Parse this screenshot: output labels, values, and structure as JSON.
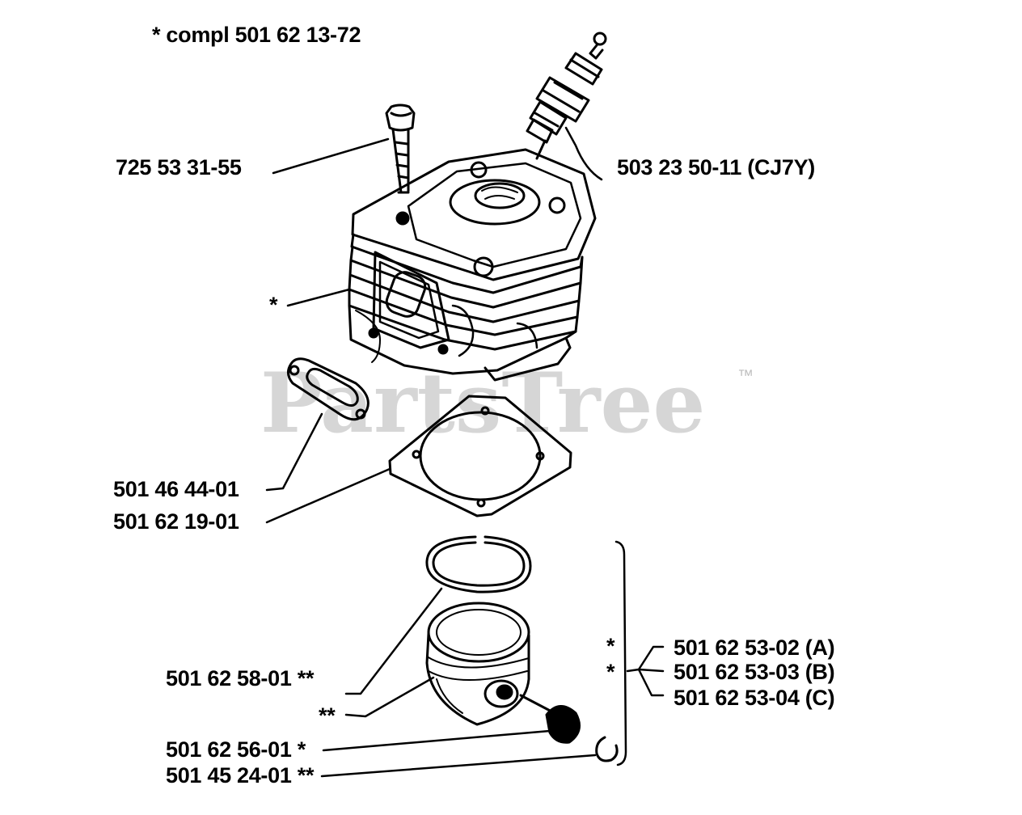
{
  "header": {
    "note": "*  compl 501 62 13-72"
  },
  "watermark": {
    "text": "PartsTree",
    "trademark": "™"
  },
  "parts": {
    "screw": "725 53 31-55",
    "spark_plug": "503 23 50-11 (CJ7Y)",
    "cylinder_marker": "*",
    "gasket_small": "501 46 44-01",
    "gasket_base": "501 62 19-01",
    "piston_ring": "501 62 58-01  **",
    "piston_marker": "**",
    "piston_pin": "501 62 56-01  *",
    "circlip": "501 45 24-01  **",
    "kit_a_marker": "*",
    "kit_a": "501 62 53-02 (A)",
    "kit_b_marker": "*",
    "kit_b": "501 62 53-03 (B)",
    "kit_c": "501 62 53-04 (C)"
  },
  "colors": {
    "ink": "#000000",
    "watermark": "#cfcfcf",
    "background": "#ffffff"
  }
}
